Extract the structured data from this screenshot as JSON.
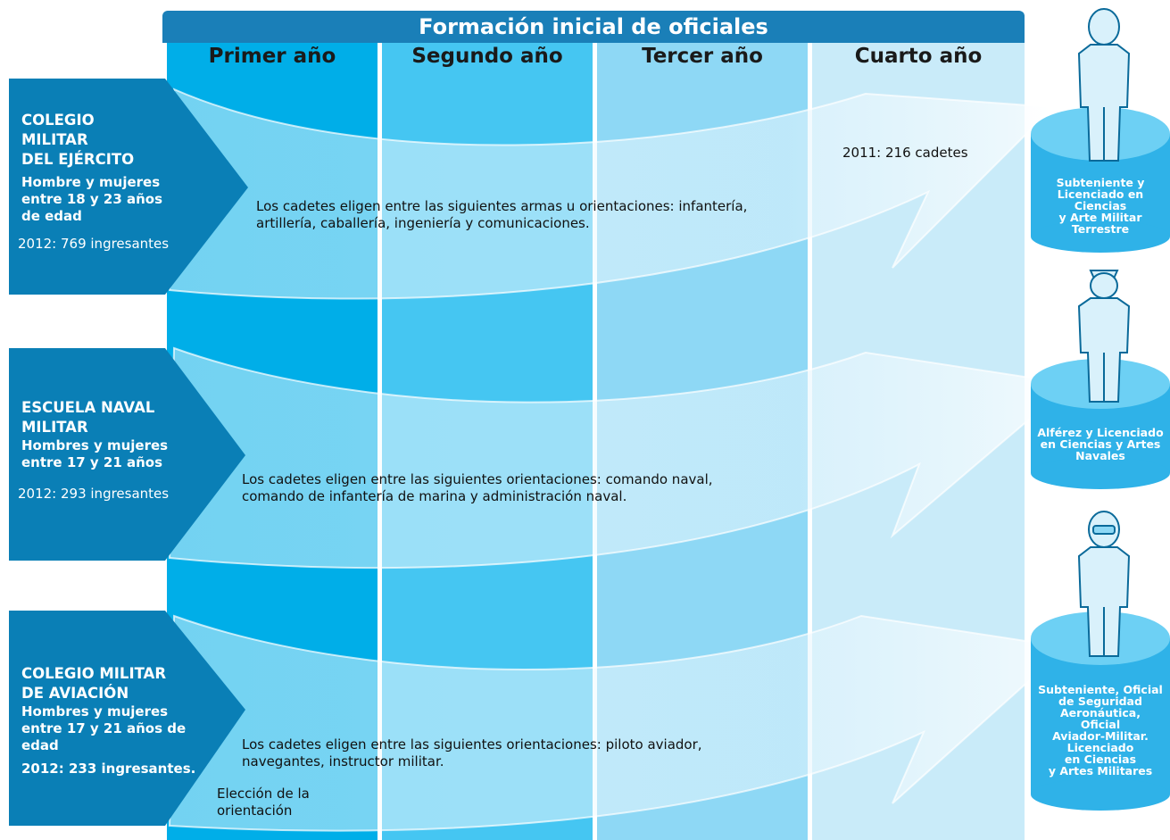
{
  "title": "Formación inicial de oficiales",
  "columns": [
    {
      "label": "Primer año",
      "color": "#00aee8"
    },
    {
      "label": "Segundo año",
      "color": "#45c6f2"
    },
    {
      "label": "Tercer año",
      "color": "#8ed8f5"
    },
    {
      "label": "Cuarto año",
      "color": "#c9ebf9"
    }
  ],
  "institutions": [
    {
      "name_lines": [
        "COLEGIO",
        "MILITAR",
        "DEL EJÉRCITO"
      ],
      "requirement_lines": [
        "Hombre y mujeres",
        "entre 18 y 23 años",
        "de edad"
      ],
      "entrants": "2012: 769 ingresantes",
      "orientations_line1": "Los cadetes eligen entre las siguientes armas u orientaciones: infantería,",
      "orientations_line2": "artillería, caballería, ingeniería y comunicaciones.",
      "graduates": "2011: 216 cadetes",
      "degree_lines": [
        "Subteniente y",
        "Licenciado en Ciencias",
        "y Arte Militar",
        "Terrestre"
      ]
    },
    {
      "name_lines": [
        "ESCUELA NAVAL",
        "MILITAR"
      ],
      "requirement_lines": [
        "Hombres y mujeres",
        "entre 17 y 21 años"
      ],
      "entrants": "2012: 293 ingresantes",
      "orientations_line1": "Los cadetes eligen entre las siguientes orientaciones: comando naval,",
      "orientations_line2": "comando de infantería de marina y administración naval.",
      "degree_lines": [
        "Alférez y Licenciado",
        "en Ciencias y Artes",
        "Navales"
      ]
    },
    {
      "name_lines": [
        "COLEGIO MILITAR",
        "DE AVIACIÓN"
      ],
      "requirement_lines": [
        "Hombres y mujeres",
        "entre 17 y 21 años de",
        "edad"
      ],
      "entrants": "2012: 233 ingresantes.",
      "orientations_line1": "Los cadetes eligen entre las siguientes orientaciones: piloto aviador,",
      "orientations_line2": "navegantes, instructor militar.",
      "choice_line1": "Elección de la",
      "choice_line2": "orientación",
      "degree_lines": [
        "Subteniente, Oficial",
        "de Seguridad",
        "Aeronáutica,",
        "Oficial",
        "Aviador-Militar.",
        "Licenciado",
        "en  Ciencias",
        "y Artes Militares"
      ]
    }
  ],
  "colors": {
    "title_bar": "#1a7fb8",
    "pentagon": "#0a7fb6",
    "cylinder": "#2fb2e8",
    "figure_stroke": "#0a6a9a"
  }
}
